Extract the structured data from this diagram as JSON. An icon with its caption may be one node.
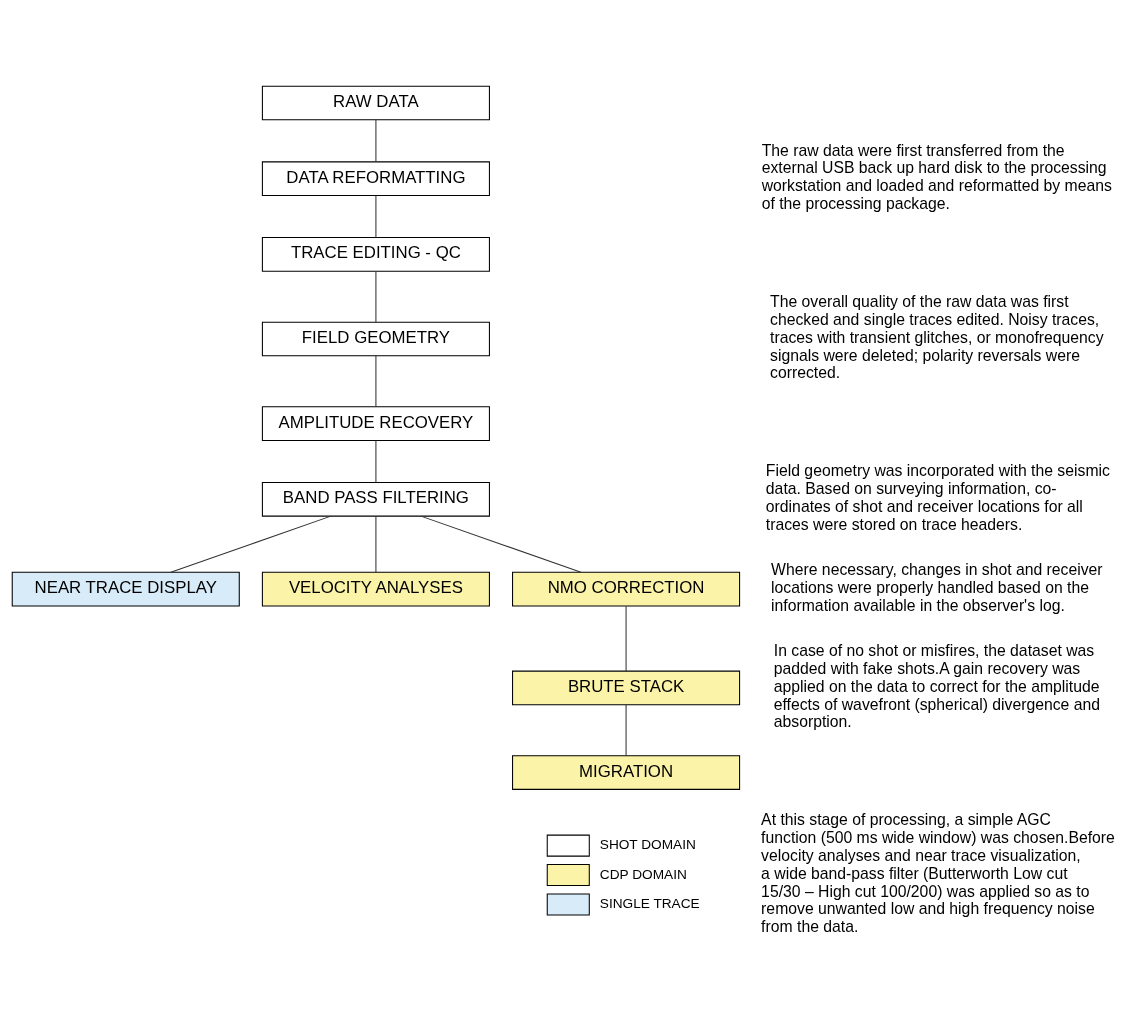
{
  "diagram": {
    "nodes": [
      {
        "text": [
          "RAW DATA"
        ]
      },
      {
        "text": [
          "DATA REFORMATTING"
        ]
      },
      {
        "text": [
          "TRACE EDITING - QC"
        ]
      },
      {
        "text": [
          "FIELD GEOMETRY"
        ]
      },
      {
        "text": [
          "AMPLITUDE RECOVERY"
        ]
      },
      {
        "text": [
          "BAND PASS FILTERING"
        ]
      },
      {
        "text": [
          "NEAR TRACE DISPLAY"
        ]
      },
      {
        "text": [
          "VELOCITY ANALYSES"
        ]
      },
      {
        "text": [
          "NMO CORRECTION"
        ]
      },
      {
        "text": [
          "BRUTE STACK"
        ]
      },
      {
        "text": [
          "MIGRATION"
        ]
      }
    ],
    "edges": [
      {
        "from": 0,
        "to": 1,
        "arrow": "none"
      },
      {
        "from": 1,
        "to": 2,
        "arrow": "none"
      },
      {
        "from": 2,
        "to": 3,
        "arrow": "none"
      },
      {
        "from": 3,
        "to": 4,
        "arrow": "none"
      },
      {
        "from": 4,
        "to": 5,
        "arrow": "none"
      },
      {
        "from": 5,
        "to": 6,
        "arrow": "none"
      },
      {
        "from": 5,
        "to": 7,
        "arrow": "none"
      },
      {
        "from": 5,
        "to": 8,
        "arrow": "none"
      },
      {
        "from": 8,
        "to": 9,
        "arrow": "none"
      },
      {
        "from": 9,
        "to": 10,
        "arrow": "none"
      }
    ],
    "labels": [
      "The raw data were first transferred from the external USB back up hard disk to the processing workstation and loaded and reformatted by means of the processing package.",
      "The overall quality of the raw data was first checked and single traces edited. Noisy traces, traces with transient glitches, or monofrequency signals were deleted; polarity reversals were corrected.",
      "Field geometry was incorporated with the seismic data. Based on surveying information, co-ordinates of shot and receiver locations for all traces were stored on trace headers.",
      "Where necessary, changes in shot and receiver locations were properly handled based on the information available in the observer's log.",
      "In case of no shot or misfires, the dataset was padded with fake shots.A gain recovery was applied on the data to correct for the amplitude effects of wavefront (spherical) divergence and absorption.",
      "At this stage of processing, a simple AGC function (500 ms wide window) was chosen.Before velocity analyses and near trace visualization, a wide band-pass filter (Butterworth Low cut 15/30 – High cut 100/200) was applied so as to remove unwanted low and high frequency noise from the data."
    ],
    "legend": [
      {
        "text": "SHOT DOMAIN",
        "color": "#ffffff"
      },
      {
        "text": "CDP DOMAIN",
        "color": "#fbf3a8"
      },
      {
        "text": "SINGLE TRACE",
        "color": "#d8ebf8"
      }
    ]
  }
}
